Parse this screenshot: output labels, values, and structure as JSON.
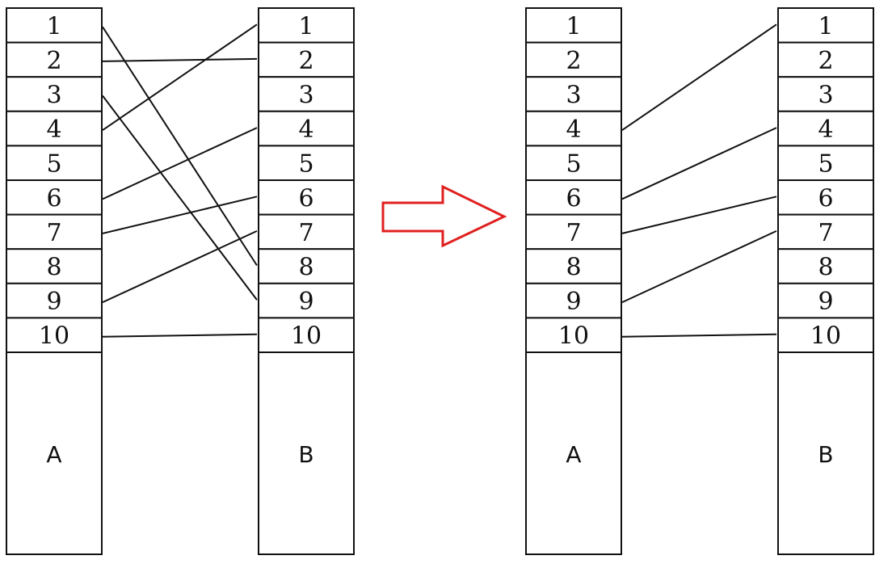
{
  "labels": [
    "1",
    "2",
    "3",
    "4",
    "5",
    "6",
    "7",
    "8",
    "9",
    "10"
  ],
  "columns": {
    "left_a": "A",
    "left_b": "B",
    "right_a": "A",
    "right_b": "B"
  },
  "before_connections": [
    {
      "from": "1",
      "to": "8"
    },
    {
      "from": "2",
      "to": "2"
    },
    {
      "from": "3",
      "to": "9"
    },
    {
      "from": "4",
      "to": "1"
    },
    {
      "from": "6",
      "to": "4"
    },
    {
      "from": "7",
      "to": "6"
    },
    {
      "from": "9",
      "to": "7"
    },
    {
      "from": "10",
      "to": "10"
    }
  ],
  "after_connections": [
    {
      "from": "4",
      "to": "1"
    },
    {
      "from": "6",
      "to": "4"
    },
    {
      "from": "7",
      "to": "6"
    },
    {
      "from": "9",
      "to": "7"
    },
    {
      "from": "10",
      "to": "10"
    }
  ],
  "colors": {
    "stroke": "#111111",
    "arrow": "#e02020",
    "background": "#ffffff"
  },
  "icons": {
    "transition": "arrow-right-outline-icon"
  }
}
